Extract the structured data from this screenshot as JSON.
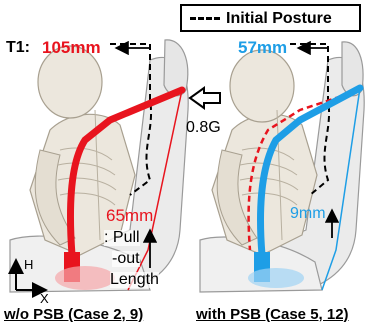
{
  "legend": {
    "label": "Initial Posture"
  },
  "left_panel": {
    "t1_prefix": "T1:",
    "t1_value": "105mm",
    "pullout_value": "65mm",
    "pullout_label_line1": ": Pull",
    "pullout_label_line2": "-out",
    "pullout_label_line3": "Length",
    "axis_h": "H",
    "axis_x": "X",
    "caption": "w/o PSB (Case 2, 9)"
  },
  "right_panel": {
    "t1_value": "57mm",
    "pullout_value": "9mm",
    "caption": "with PSB (Case 5, 12)"
  },
  "force_label": "0.8G",
  "colors": {
    "red": "#e8141e",
    "blue": "#1e9ee6",
    "figure_fill": "#ece7dd",
    "seat_fill": "#ebebeb"
  }
}
